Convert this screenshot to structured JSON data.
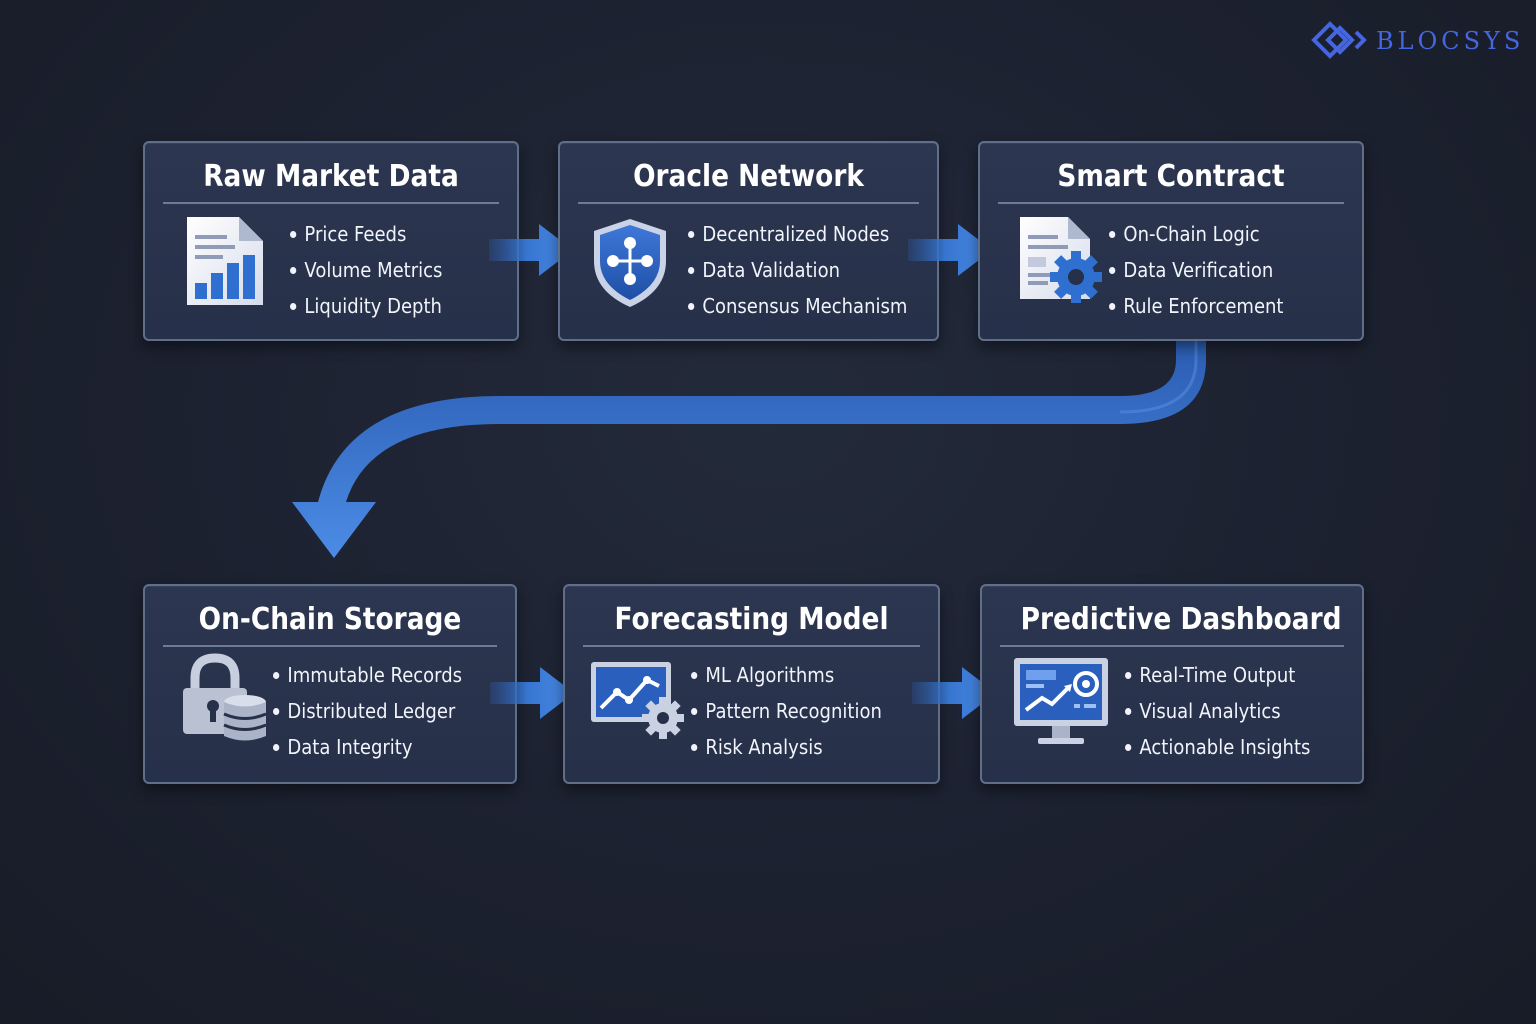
{
  "brand": {
    "name": "BLOCSYS",
    "color": "#4566e0"
  },
  "accent_color": "#3b7ad6",
  "stages": [
    {
      "title": "Raw Market Data",
      "icon": "document-chart-icon",
      "bullets": [
        "Price Feeds",
        "Volume Metrics",
        "Liquidity Depth"
      ]
    },
    {
      "title": "Oracle Network",
      "icon": "shield-network-icon",
      "bullets": [
        "Decentralized Nodes",
        "Data Validation",
        "Consensus Mechanism"
      ]
    },
    {
      "title": "Smart Contract",
      "icon": "document-gear-icon",
      "bullets": [
        "On-Chain Logic",
        "Data Verification",
        "Rule Enforcement"
      ]
    },
    {
      "title": "On-Chain Storage",
      "icon": "lock-database-icon",
      "bullets": [
        "Immutable Records",
        "Distributed Ledger",
        "Data Integrity"
      ]
    },
    {
      "title": "Forecasting Model",
      "icon": "chart-gear-icon",
      "bullets": [
        "ML Algorithms",
        "Pattern Recognition",
        "Risk Analysis"
      ]
    },
    {
      "title": "Predictive Dashboard",
      "icon": "monitor-dashboard-icon",
      "bullets": [
        "Real-Time Output",
        "Visual Analytics",
        "Actionable Insights"
      ]
    }
  ]
}
